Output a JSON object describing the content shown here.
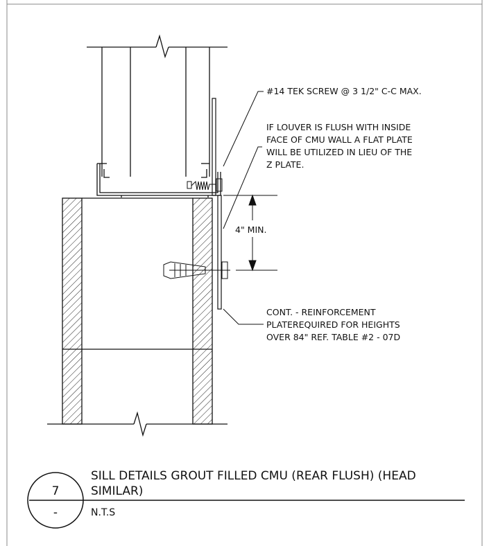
{
  "callouts": {
    "screw": "#14 TEK SCREW @ 3 1/2\" C-C MAX.",
    "flat_plate": [
      "IF LOUVER IS FLUSH WITH INSIDE",
      "FACE OF CMU WALL A FLAT PLATE",
      "WILL BE UTILIZED IN LIEU OF THE",
      "Z PLATE."
    ],
    "dimension": "4\" MIN.",
    "reinforcement": [
      "CONT. - REINFORCEMENT",
      "PLATEREQUIRED FOR HEIGHTS",
      "OVER 84\" REF. TABLE #2 - 07D"
    ]
  },
  "title_block": {
    "title_line_1": "SILL DETAILS GROUT FILLED CMU (REAR FLUSH) (HEAD",
    "title_line_2": "SIMILAR)",
    "scale": "N.T.S",
    "detail_number": "7",
    "sheet_ref": "-"
  }
}
